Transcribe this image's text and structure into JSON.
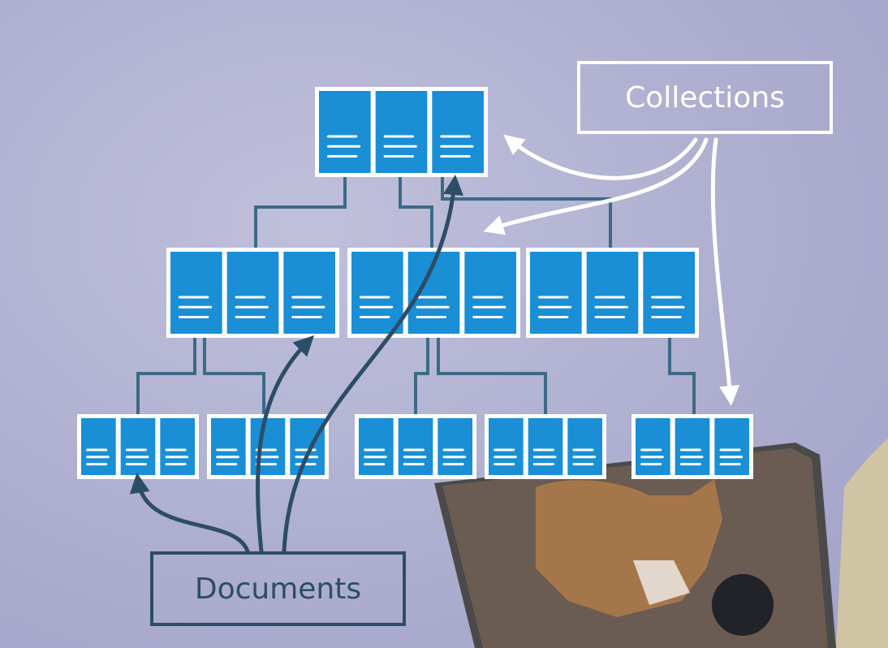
{
  "labels": {
    "collections": "Collections",
    "documents": "Documents"
  },
  "colors": {
    "background": "#b2b2d4",
    "document_fill": "#1a8fd6",
    "node_frame": "#ffffff",
    "tree_line": "#3d6a86",
    "collections_arrow": "#ffffff",
    "documents_arrow": "#2d4d66"
  },
  "diagram": {
    "levels": 3,
    "nodes": [
      {
        "id": "root",
        "documents": 3
      },
      {
        "id": "mid-left",
        "documents": 3
      },
      {
        "id": "mid-center",
        "documents": 3
      },
      {
        "id": "mid-right",
        "documents": 3
      },
      {
        "id": "leaf-1",
        "documents": 3
      },
      {
        "id": "leaf-2",
        "documents": 3
      },
      {
        "id": "leaf-3",
        "documents": 3
      },
      {
        "id": "leaf-4",
        "documents": 3
      },
      {
        "id": "leaf-5",
        "documents": 3
      }
    ]
  }
}
